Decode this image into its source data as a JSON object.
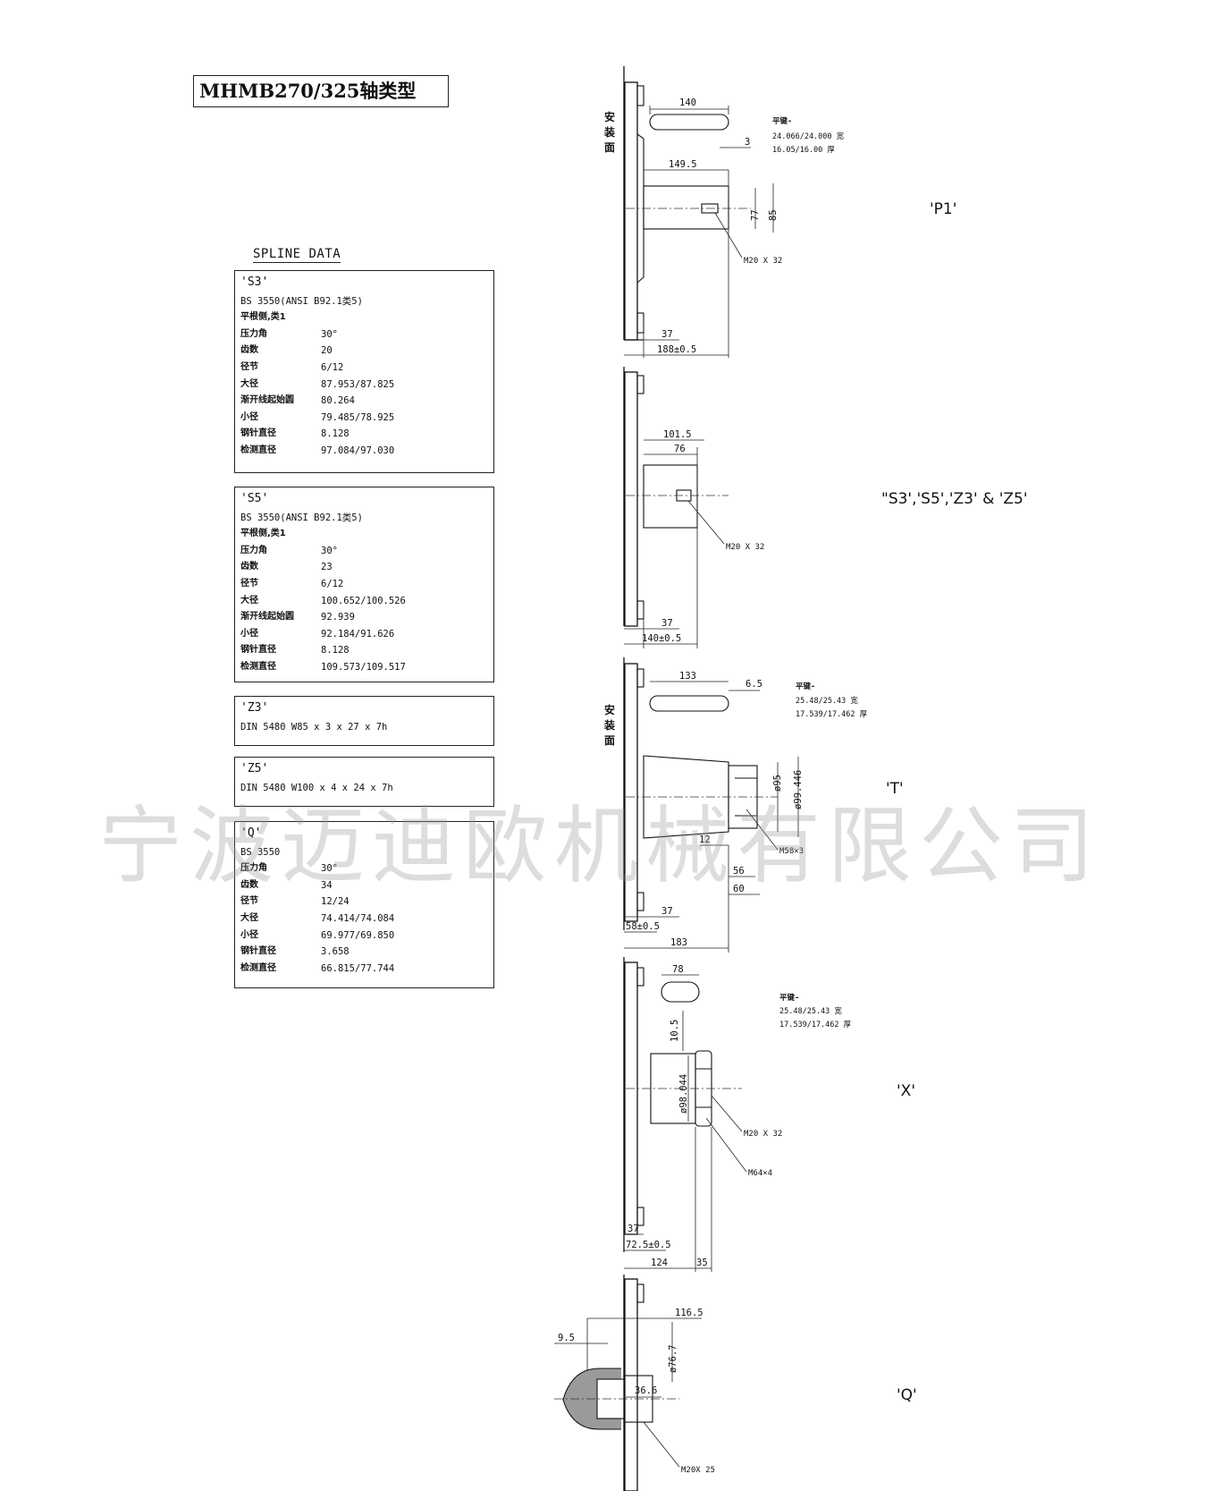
{
  "title": "MHMB270/325轴类型",
  "spline_heading": "SPLINE DATA",
  "boxes": {
    "s3": {
      "name": "'S3'",
      "std": "BS 3550(ANSI B92.1类5)",
      "sub": "平根侧,类1",
      "rows": [
        {
          "k": "压力角",
          "v": "30°"
        },
        {
          "k": "齿数",
          "v": "20"
        },
        {
          "k": "径节",
          "v": "6/12"
        },
        {
          "k": "大径",
          "v": "87.953/87.825"
        },
        {
          "k": "渐开线起始圆",
          "v": "80.264"
        },
        {
          "k": "小径",
          "v": "79.485/78.925"
        },
        {
          "k": "钢针直径",
          "v": "8.128"
        },
        {
          "k": "检测直径",
          "v": "97.084/97.030"
        }
      ]
    },
    "s5": {
      "name": "'S5'",
      "std": "BS 3550(ANSI B92.1类5)",
      "sub": "平根侧,类1",
      "rows": [
        {
          "k": "压力角",
          "v": "30°"
        },
        {
          "k": "齿数",
          "v": "23"
        },
        {
          "k": "径节",
          "v": "6/12"
        },
        {
          "k": "大径",
          "v": "100.652/100.526"
        },
        {
          "k": "渐开线起始圆",
          "v": "92.939"
        },
        {
          "k": "小径",
          "v": "92.184/91.626"
        },
        {
          "k": "钢针直径",
          "v": "8.128"
        },
        {
          "k": "检测直径",
          "v": "109.573/109.517"
        }
      ]
    },
    "z3": {
      "name": "'Z3'",
      "std": "DIN 5480 W85 x 3 x 27 x 7h"
    },
    "z5": {
      "name": "'Z5'",
      "std": "DIN 5480 W100 x 4 x 24 x 7h"
    },
    "q": {
      "name": "'Q'",
      "std": "BS 3550",
      "rows": [
        {
          "k": "压力角",
          "v": "30°"
        },
        {
          "k": "齿数",
          "v": "34"
        },
        {
          "k": "径节",
          "v": "12/24"
        },
        {
          "k": "大径",
          "v": "74.414/74.084"
        },
        {
          "k": "小径",
          "v": "69.977/69.850"
        },
        {
          "k": "钢针直径",
          "v": "3.658"
        },
        {
          "k": "检测直径",
          "v": "66.815/77.744"
        }
      ]
    }
  },
  "views": {
    "p1": {
      "label": "'P1'",
      "mount": "安装面",
      "key_len": "140",
      "key_off": "3",
      "key_spec": [
        "平键-",
        "24.066/24.000 宽",
        "16.05/16.00 厚"
      ],
      "shaft_len": "149.5",
      "dia_small": "77",
      "dia_large": "85",
      "thread": "M20 X 32",
      "d37": "37",
      "total": "188±0.5"
    },
    "spline": {
      "label": "\"S3','S5','Z3' & 'Z5'",
      "len1": "101.5",
      "len2": "76",
      "thread": "M20 X 32",
      "d37": "37",
      "total": "140±0.5"
    },
    "t": {
      "label": "'T'",
      "mount": "安装面",
      "key_len": "133",
      "key_off": "6.5",
      "key_spec": [
        "平键-",
        "25.48/25.43 宽",
        "17.539/17.462 厚"
      ],
      "dia1": "ø95",
      "dia2": "ø99.446",
      "d12": "12",
      "nut": "M58×3",
      "d56": "56",
      "d60": "60",
      "d37": "37",
      "d58": "58±0.5",
      "total": "183"
    },
    "x": {
      "label": "'X'",
      "key_len": "78",
      "key_spec": [
        "平键-",
        "25.48/25.43 宽",
        "17.539/17.462 厚"
      ],
      "d105": "10.5",
      "dia": "ø98.044",
      "thread": "M20 X 32",
      "nut": "M64×4",
      "d37": "37",
      "d725": "72.5±0.5",
      "d124": "124",
      "d35": "35"
    },
    "q": {
      "label": "'Q'",
      "len": "116.5",
      "d95": "9.5",
      "dia": "ø76.7",
      "d366": "36.6",
      "thread": "M20X 25"
    }
  },
  "watermark": "宁波迈迪欧机械有限公司"
}
